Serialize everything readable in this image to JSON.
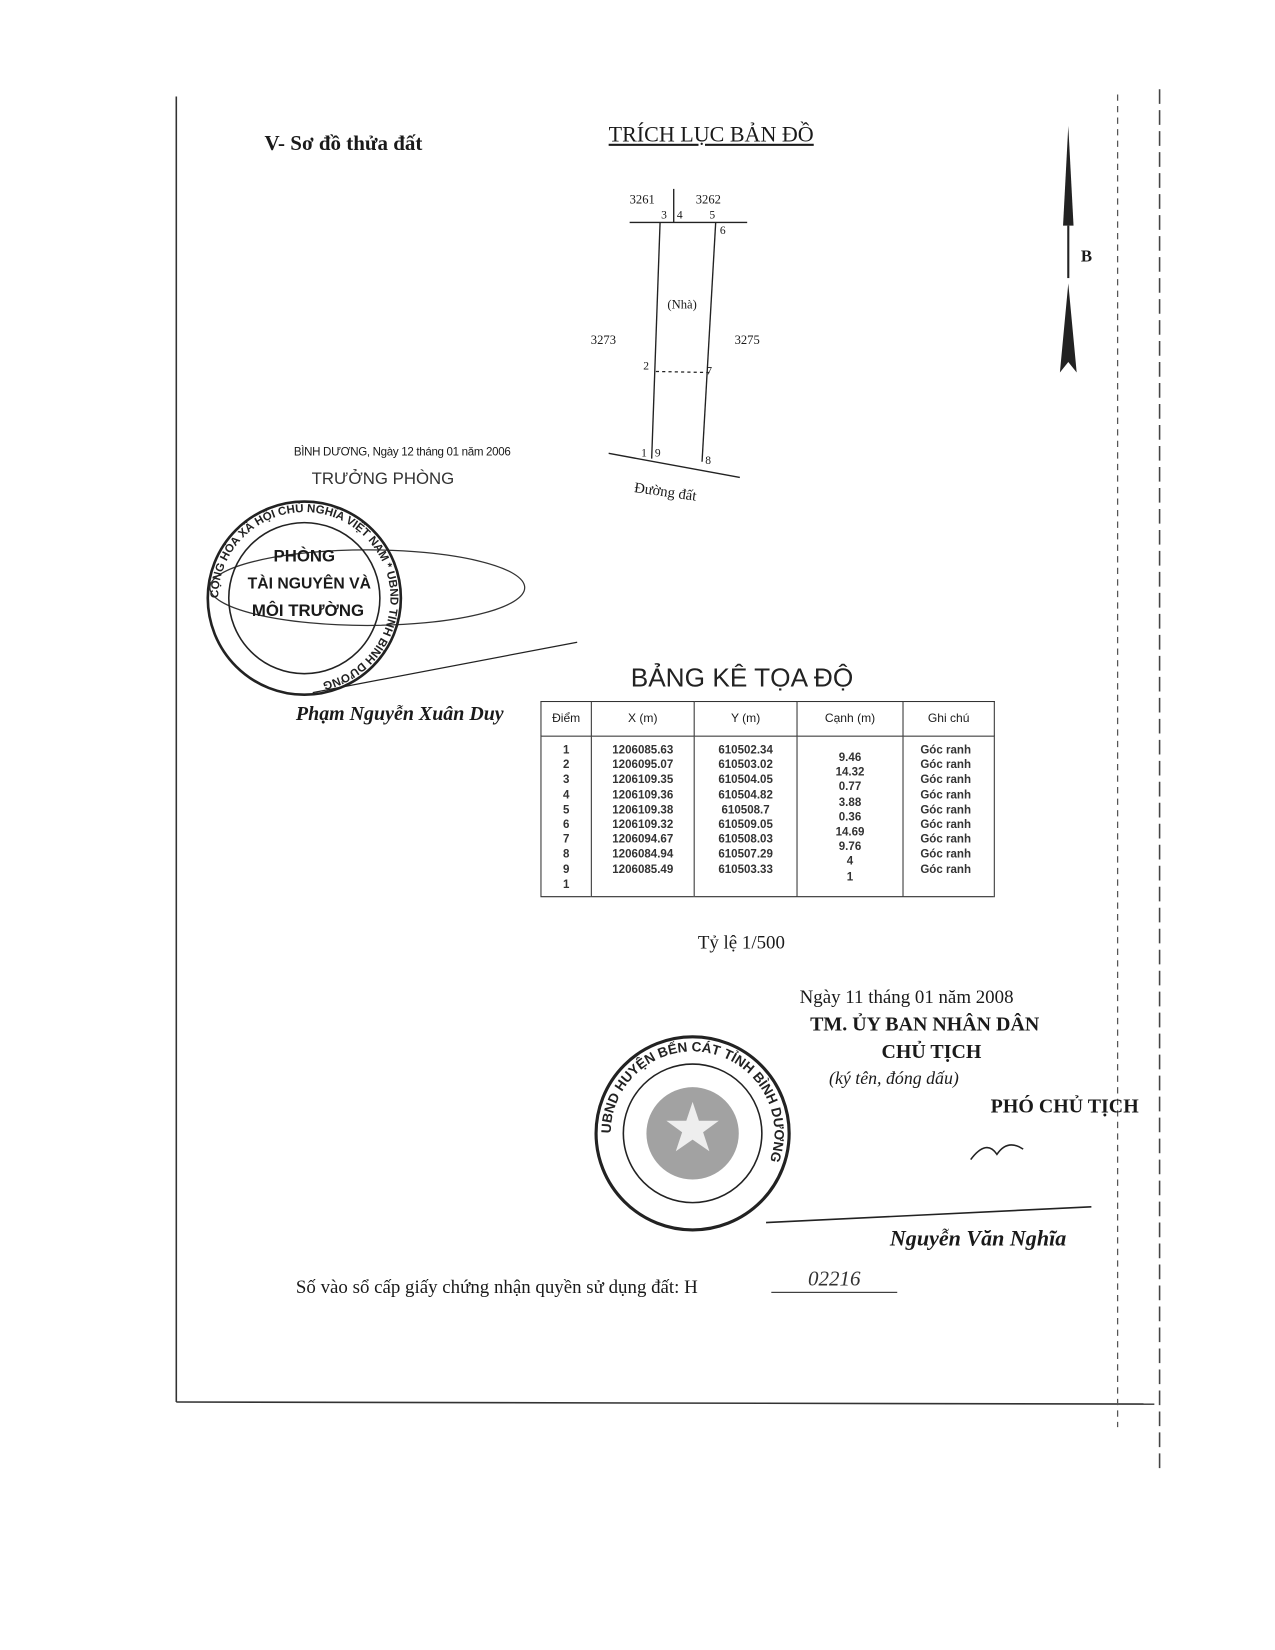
{
  "section_title": "V- Sơ đồ thửa đất",
  "map_title": "TRÍCH LỤC BẢN ĐỒ",
  "map": {
    "parcels": [
      "3261",
      "3262",
      "3273",
      "3275"
    ],
    "points": [
      "1",
      "2",
      "3",
      "4",
      "5",
      "6",
      "7",
      "8",
      "9"
    ],
    "house_label": "(Nhà)",
    "road_label": "Đường đất"
  },
  "left_sign": {
    "place_date": "BÌNH DƯƠNG, Ngày 12 tháng 01 năm 2006",
    "title": "TRƯỞNG PHÒNG",
    "stamp_text": [
      "PHÒNG",
      "TÀI NGUYÊN VÀ",
      "MÔI TRƯỜNG"
    ],
    "stamp_ring": "CỘNG HÒA XÃ HỘI CHỦ NGHĨA VIỆT NAM * UBND TỈNH BÌNH DƯƠNG",
    "signer": "Phạm Nguyễn Xuân Duy"
  },
  "table": {
    "title": "BẢNG KÊ TỌA ĐỘ",
    "headers": [
      "Điểm",
      "X (m)",
      "Y (m)",
      "Cạnh (m)",
      "Ghi chú"
    ],
    "rows": [
      {
        "point": "1",
        "x": "1206085.63",
        "y": "610502.34",
        "note": "Góc ranh"
      },
      {
        "point": "2",
        "x": "1206095.07",
        "y": "610503.02",
        "note": "Góc ranh"
      },
      {
        "point": "3",
        "x": "1206109.35",
        "y": "610504.05",
        "note": "Góc ranh"
      },
      {
        "point": "4",
        "x": "1206109.36",
        "y": "610504.82",
        "note": "Góc ranh"
      },
      {
        "point": "5",
        "x": "1206109.38",
        "y": "610508.7",
        "note": "Góc ranh"
      },
      {
        "point": "6",
        "x": "1206109.32",
        "y": "610509.05",
        "note": "Góc ranh"
      },
      {
        "point": "7",
        "x": "1206094.67",
        "y": "610508.03",
        "note": "Góc ranh"
      },
      {
        "point": "8",
        "x": "1206084.94",
        "y": "610507.29",
        "note": "Góc ranh"
      },
      {
        "point": "9",
        "x": "1206085.49",
        "y": "610503.33",
        "note": "Góc ranh"
      },
      {
        "point": "1",
        "x": "",
        "y": "",
        "note": ""
      }
    ],
    "edges": [
      "9.46",
      "14.32",
      "0.77",
      "3.88",
      "0.36",
      "14.69",
      "9.76",
      "4",
      "1"
    ]
  },
  "scale": "Tỷ lệ 1/500",
  "right_sign": {
    "date": "Ngày 11 tháng 01 năm 2008",
    "org": "TM. ỦY BAN NHÂN DÂN",
    "role": "CHỦ TỊCH",
    "note": "(ký tên, đóng dấu)",
    "title": "PHÓ CHỦ TỊCH",
    "stamp_ring": "UBND HUYỆN BẾN CÁT TỈNH BÌNH DƯƠNG",
    "signer": "Nguyễn Văn Nghĩa"
  },
  "registry": {
    "label": "Số vào sổ cấp giấy chứng nhận quyền sử dụng đất: H",
    "value": "02216"
  },
  "north_arrow": {
    "label": "B"
  }
}
